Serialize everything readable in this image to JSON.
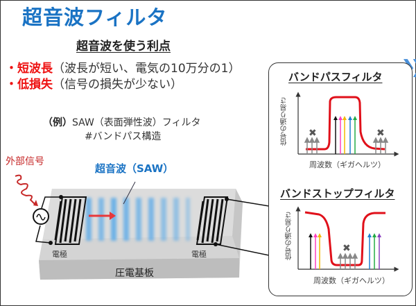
{
  "header": {
    "title": "超音波フィルタ",
    "subtitle": "超音波を使う利点"
  },
  "merits": [
    {
      "bullet": "・",
      "key": "短波長",
      "detail": "（波長が短い、電気の10万分の1）"
    },
    {
      "bullet": "・",
      "key": "低損失",
      "detail": "（信号の損失が少ない）"
    }
  ],
  "example": {
    "prefix": "（例）",
    "text": "SAW（表面弾性波）フィルタ",
    "hashtag": "#バンドパス構造"
  },
  "diagram": {
    "external_signal_label": "外部信号",
    "wave_label": "超音波（SAW）",
    "electrode_left_label": "電極",
    "electrode_right_label": "電極",
    "substrate_label": "圧電基板"
  },
  "panels": {
    "bandpass": {
      "title": "バンドパスフィルタ",
      "xlabel": "周波数（ギガヘルツ）",
      "ylabel": "信号の通り易さ"
    },
    "bandstop": {
      "title": "バンドストップフィルタ",
      "xlabel": "周波数（ギガヘルツ）",
      "ylabel": "信号の通り易さ"
    }
  },
  "colors": {
    "title_blue": "#1a73c4",
    "accent_red": "#e11",
    "curve_red": "#e0101a",
    "arrow_colors": [
      "#111111",
      "#ff3fbf",
      "#f2b800",
      "#1e7fd0",
      "#22aa44",
      "#8a3fc0"
    ]
  }
}
